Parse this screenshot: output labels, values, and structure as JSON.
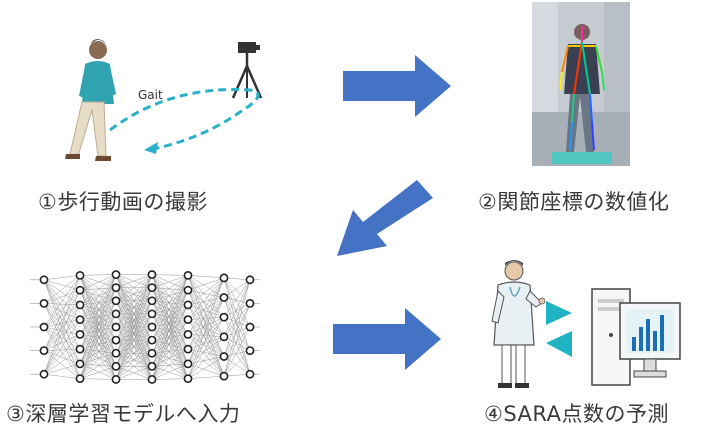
{
  "steps": [
    {
      "label": "①歩行動画の撮影"
    },
    {
      "label": "②関節座標の数値化"
    },
    {
      "label": "③深層学習モデルへ入力"
    },
    {
      "label": "④SARA点数の予測"
    }
  ],
  "gait_label": "Gait",
  "colors": {
    "arrow": "#4472c4",
    "gait_path": "#2ab0c8",
    "teal_triangle": "#1fb3c4",
    "photo_bg": "#c9ced3",
    "node": "#222222"
  }
}
